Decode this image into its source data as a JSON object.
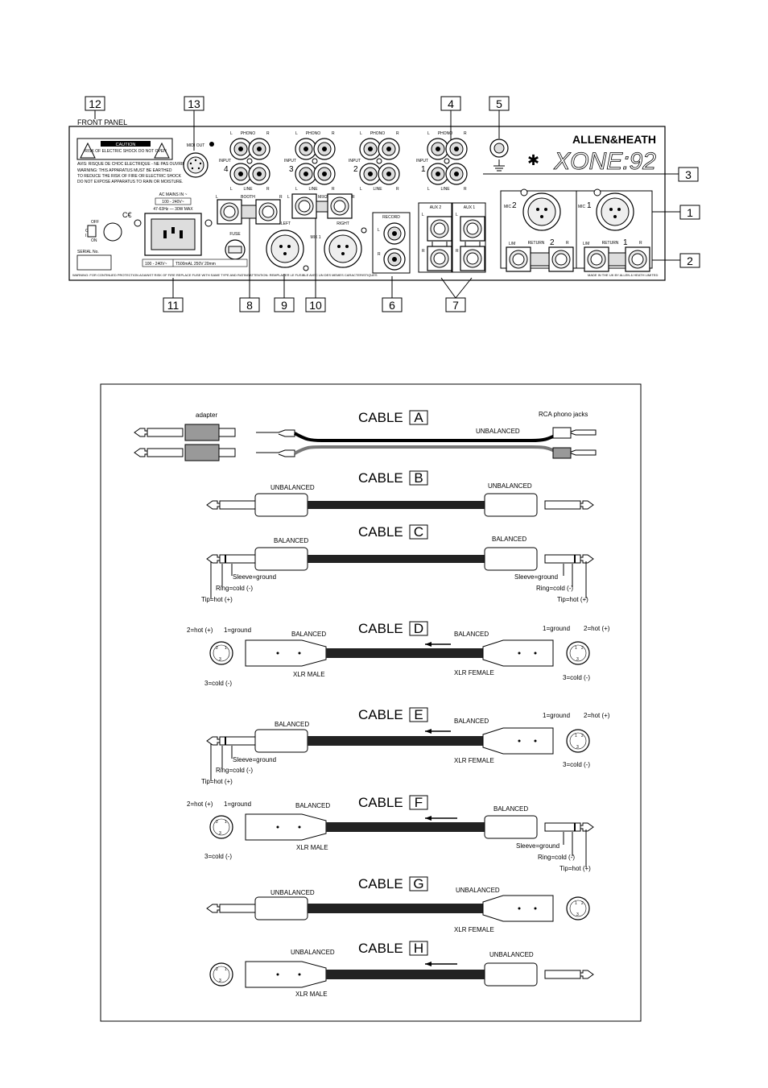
{
  "panel": {
    "front_panel": "FRONT PANEL",
    "brand": "ALLEN&HEATH",
    "model": "XONE:92",
    "callouts": [
      "12",
      "13",
      "4",
      "5",
      "3",
      "1",
      "2",
      "11",
      "8",
      "9",
      "10",
      "6",
      "7"
    ],
    "midi_out": "MIDI OUT",
    "caution": "CAUTION",
    "caution_sub": "RISK OF ELECTRIC SHOCK DO NOT OPEN",
    "avis": "AVIS: RISQUE DE CHOC ELECTRIQUE - NE PAS OUVRIR",
    "warn1": "WARNING: THIS APPARATUS MUST BE EARTHED",
    "warn2": "TO REDUCE THE RISK OF FIRE OR ELECTRIC SHOCK",
    "warn3": "DO NOT EXPOSE APPARATUS TO RAIN OR MOISTURE.",
    "ac_mains": "AC MAINS IN ~",
    "voltage": "100 - 240V~",
    "freq": "47-63Hz — 30W MAX",
    "off": "OFF",
    "on": "ON",
    "o": "O",
    "i": "I",
    "fuse": "FUSE",
    "serial": "SERIAL No.",
    "fuse_rating_a": "100 - 240V~",
    "fuse_rating_b": "T500mAL 250V 20mm",
    "warning_bottom": "WARNING: FOR CONTINUED PROTECTION AGAINST RISK OF FIRE REPLACE FUSE WITH SAME TYPE AND RATING.",
    "attention_bottom": "ATTENTION: REMPLACER LE FUSIBLE AVEC UN DES MEMES CARACTERISTIQUES",
    "made_in": "MADE IN THE UK BY ALLEN & HEATH LIMITED",
    "phono": "PHONO",
    "line": "LINE",
    "input": "INPUT",
    "input_nums": [
      "4",
      "3",
      "2",
      "1"
    ],
    "booth": "BOOTH",
    "mix2": "MIX2",
    "mix1": "MIX 1",
    "left": "LEFT",
    "right": "RIGHT",
    "record": "RECORD",
    "aux2": "AUX 2",
    "aux1": "AUX 1",
    "mic2": "MIC",
    "mic1": "MIC",
    "mic2_num": "2",
    "mic1_num": "1",
    "return": "RETURN",
    "return2_num": "2",
    "return1_num": "1",
    "lm": "L/M",
    "L": "L",
    "R": "R"
  },
  "cables": {
    "cable_word": "CABLE",
    "letters": [
      "A",
      "B",
      "C",
      "D",
      "E",
      "F",
      "G",
      "H"
    ],
    "adapter": "adapter",
    "rca_jacks": "RCA phono jacks",
    "unbalanced": "UNBALANCED",
    "balanced": "BALANCED",
    "xlr_male": "XLR MALE",
    "xlr_female": "XLR FEMALE",
    "sleeve": "Sleeve=ground",
    "ring": "Ring=cold (-)",
    "tip": "Tip=hot (+)",
    "hot2": "2=hot (+)",
    "ground1": "1=ground",
    "cold3": "3=cold (-)",
    "pin1": "1",
    "pin2": "2",
    "pin3": "3"
  }
}
